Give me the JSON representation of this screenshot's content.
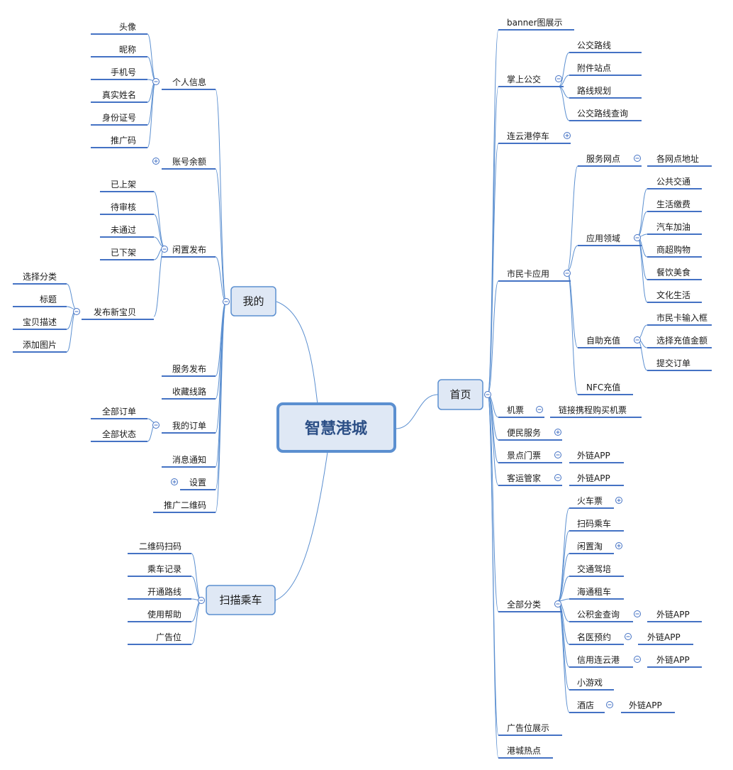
{
  "root": {
    "label": "智慧港城"
  },
  "branches": {
    "home": {
      "label": "首页",
      "children": [
        {
          "label": "banner图展示"
        },
        {
          "label": "掌上公交",
          "state": "expanded",
          "children": [
            {
              "label": "公交路线"
            },
            {
              "label": "附件站点"
            },
            {
              "label": "路线规划"
            },
            {
              "label": "公交路线查询"
            }
          ]
        },
        {
          "label": "连云港停车",
          "state": "collapsed"
        },
        {
          "label": "市民卡应用",
          "state": "expanded",
          "children": [
            {
              "label": "服务网点",
              "state": "expanded",
              "children": [
                {
                  "label": "各网点地址"
                }
              ]
            },
            {
              "label": "应用领域",
              "state": "expanded",
              "children": [
                {
                  "label": "公共交通"
                },
                {
                  "label": "生活缴费"
                },
                {
                  "label": "汽车加油"
                },
                {
                  "label": "商超购物"
                },
                {
                  "label": "餐饮美食"
                },
                {
                  "label": "文化生活"
                }
              ]
            },
            {
              "label": "自助充值",
              "state": "expanded",
              "children": [
                {
                  "label": "市民卡输入框"
                },
                {
                  "label": "选择充值金额"
                },
                {
                  "label": "提交订单"
                }
              ]
            },
            {
              "label": "NFC充值"
            }
          ]
        },
        {
          "label": "机票",
          "state": "expanded",
          "children": [
            {
              "label": "链接携程购买机票"
            }
          ]
        },
        {
          "label": "便民服务",
          "state": "collapsed"
        },
        {
          "label": "景点门票",
          "state": "expanded",
          "children": [
            {
              "label": "外链APP"
            }
          ]
        },
        {
          "label": "客运管家",
          "state": "expanded",
          "children": [
            {
              "label": "外链APP"
            }
          ]
        },
        {
          "label": "全部分类",
          "state": "expanded",
          "children": [
            {
              "label": "火车票",
              "state": "collapsed"
            },
            {
              "label": "扫码乘车"
            },
            {
              "label": "闲置淘",
              "state": "collapsed"
            },
            {
              "label": "交通驾培"
            },
            {
              "label": "海通租车"
            },
            {
              "label": "公积金查询",
              "state": "expanded",
              "children": [
                {
                  "label": "外链APP"
                }
              ]
            },
            {
              "label": "名医预约",
              "state": "expanded",
              "children": [
                {
                  "label": "外链APP"
                }
              ]
            },
            {
              "label": "信用连云港",
              "state": "expanded",
              "children": [
                {
                  "label": "外链APP"
                }
              ]
            },
            {
              "label": "小游戏"
            },
            {
              "label": "酒店",
              "state": "expanded",
              "children": [
                {
                  "label": "外链APP"
                }
              ]
            }
          ]
        },
        {
          "label": "广告位展示"
        },
        {
          "label": "港城热点"
        }
      ]
    },
    "mine": {
      "label": "我的",
      "children": [
        {
          "label": "个人信息",
          "state": "expanded",
          "children": [
            {
              "label": "头像"
            },
            {
              "label": "昵称"
            },
            {
              "label": "手机号"
            },
            {
              "label": "真实姓名"
            },
            {
              "label": "身份证号"
            },
            {
              "label": "推广码"
            }
          ]
        },
        {
          "label": "账号余额",
          "state": "collapsed"
        },
        {
          "label": "闲置发布",
          "state": "expanded",
          "children": [
            {
              "label": "已上架"
            },
            {
              "label": "待审核"
            },
            {
              "label": "未通过"
            },
            {
              "label": "已下架"
            },
            {
              "label": "发布新宝贝",
              "state": "expanded",
              "children": [
                {
                  "label": "选择分类"
                },
                {
                  "label": "标题"
                },
                {
                  "label": "宝贝描述"
                },
                {
                  "label": "添加图片"
                }
              ]
            }
          ]
        },
        {
          "label": "服务发布"
        },
        {
          "label": "收藏线路"
        },
        {
          "label": "我的订单",
          "state": "expanded",
          "children": [
            {
              "label": "全部订单"
            },
            {
              "label": "全部状态"
            }
          ]
        },
        {
          "label": "消息通知"
        },
        {
          "label": "设置",
          "state": "collapsed"
        },
        {
          "label": "推广二维码"
        }
      ]
    },
    "scan": {
      "label": "扫描乘车",
      "children": [
        {
          "label": "二维码扫码"
        },
        {
          "label": "乘车记录"
        },
        {
          "label": "开通路线"
        },
        {
          "label": "使用帮助"
        },
        {
          "label": "广告位"
        }
      ]
    }
  }
}
